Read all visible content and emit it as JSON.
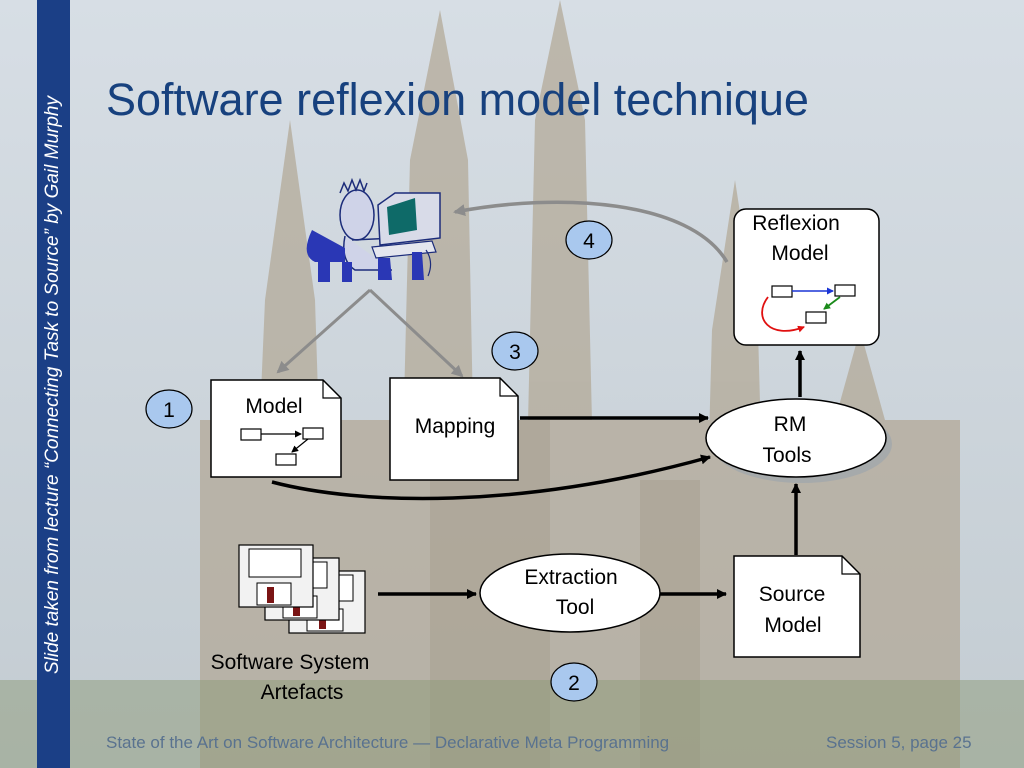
{
  "sidebar": {
    "text": "Slide taken from lecture “Connecting Task to Source” by Gail Murphy"
  },
  "title": "Software reflexion model technique",
  "diagram": {
    "nodes": {
      "reflexion_model": {
        "line1": "Reflexion",
        "line2": "Model"
      },
      "model": {
        "label": "Model"
      },
      "mapping": {
        "label": "Mapping"
      },
      "rm_tools": {
        "line1": "RM",
        "line2": "Tools"
      },
      "extraction_tool": {
        "line1": "Extraction",
        "line2": "Tool"
      },
      "source_model": {
        "line1": "Source",
        "line2": "Model"
      },
      "artefacts": {
        "line1": "Software System",
        "line2": "Artefacts"
      }
    },
    "steps": [
      "1",
      "2",
      "3",
      "4"
    ]
  },
  "colors": {
    "sidebar": "#1b3f86",
    "title": "#17417e",
    "step_badge": "#a9c8ee",
    "footer": "#59728f"
  },
  "footer": {
    "left": "State of the Art on Software Architecture — Declarative Meta Programming",
    "right": "Session 5, page 25"
  }
}
